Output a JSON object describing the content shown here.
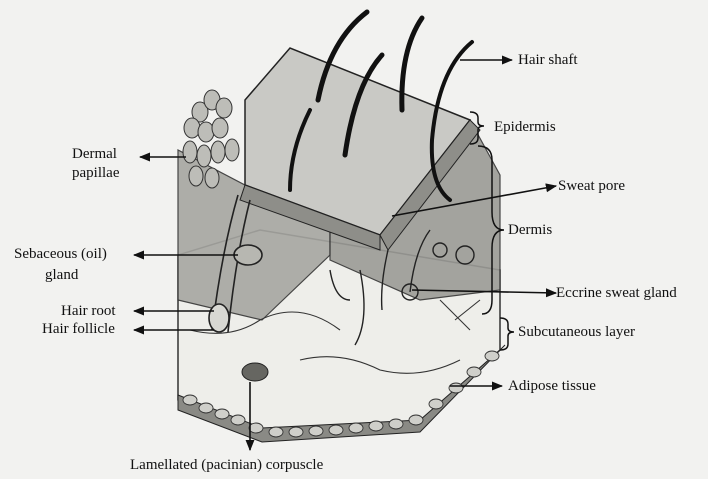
{
  "labels": {
    "hair_shaft": "Hair shaft",
    "epidermis": "Epidermis",
    "dermal_papillae_line1": "Dermal",
    "dermal_papillae_line2": "papillae",
    "sweat_pore": "Sweat pore",
    "dermis": "Dermis",
    "sebaceous_line1": "Sebaceous (oil)",
    "sebaceous_line2": "gland",
    "eccrine_sweat_gland": "Eccrine sweat gland",
    "hair_root": "Hair root",
    "hair_follicle": "Hair follicle",
    "subcutaneous_layer": "Subcutaneous layer",
    "adipose_tissue": "Adipose tissue",
    "lamellated_corpuscle": "Lamellated (pacinian) corpuscle"
  },
  "colors": {
    "background": "#f2f2f0",
    "ink": "#111111",
    "epidermis_top": "#c8c8c4",
    "dermis_fill": "#9d9d98",
    "subcutaneous_fill": "#ededea",
    "adipose_fill": "#8a8a85"
  }
}
